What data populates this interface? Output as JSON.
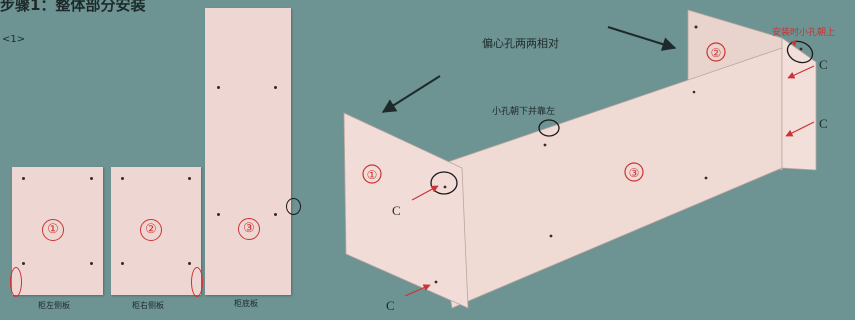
{
  "heading": "步骤1：整体部分安装",
  "sub_label": "<1>",
  "panels": {
    "left_side": {
      "label": "柜左侧板",
      "number": "①"
    },
    "right_side": {
      "label": "柜右侧板",
      "number": "②"
    },
    "bottom": {
      "label": "柜底板",
      "number": "③"
    }
  },
  "assembly": {
    "numbers": [
      "①",
      "②",
      "③"
    ],
    "note_eccentric": "偏心孔两两相对",
    "note_small_hole": "小孔朝下并靠左",
    "note_install": "安装时小孔朝上",
    "connector_letter": "C"
  },
  "colors": {
    "background": "#6d9393",
    "panel": "#eed7d2",
    "marker": "#cc3333",
    "ink": "#1e2a2a"
  }
}
